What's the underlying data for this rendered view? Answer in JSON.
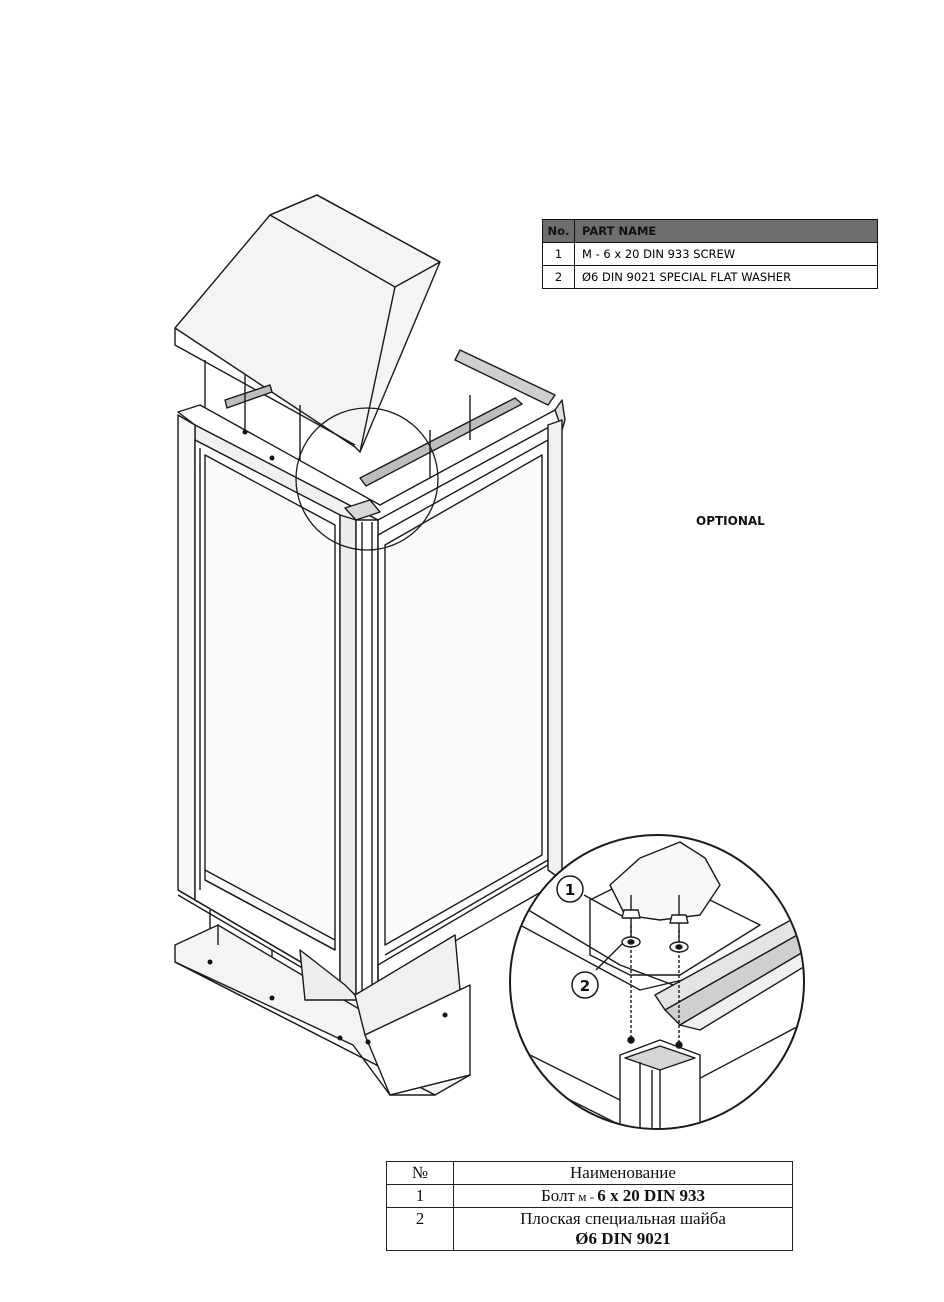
{
  "parts_table_en": {
    "header": {
      "no": "No.",
      "name": "PART NAME"
    },
    "rows": [
      {
        "no": "1",
        "name": "M - 6 x 20 DIN 933 SCREW"
      },
      {
        "no": "2",
        "name": "Ø6 DIN 9021 SPECIAL FLAT WASHER"
      }
    ]
  },
  "optional_label": "OPTIONAL",
  "callouts": {
    "c1": "1",
    "c2": "2"
  },
  "parts_table_ru": {
    "header": {
      "no": "№",
      "name": "Наименование"
    },
    "rows": [
      {
        "no": "1",
        "name_prefix": "Болт",
        "name_small": " м - ",
        "name_bold": "6 x 20 DIN 933"
      },
      {
        "no": "2",
        "name_prefix": "Плоская специальная шайба",
        "name_bold": "Ø6 DIN 9021"
      }
    ]
  }
}
